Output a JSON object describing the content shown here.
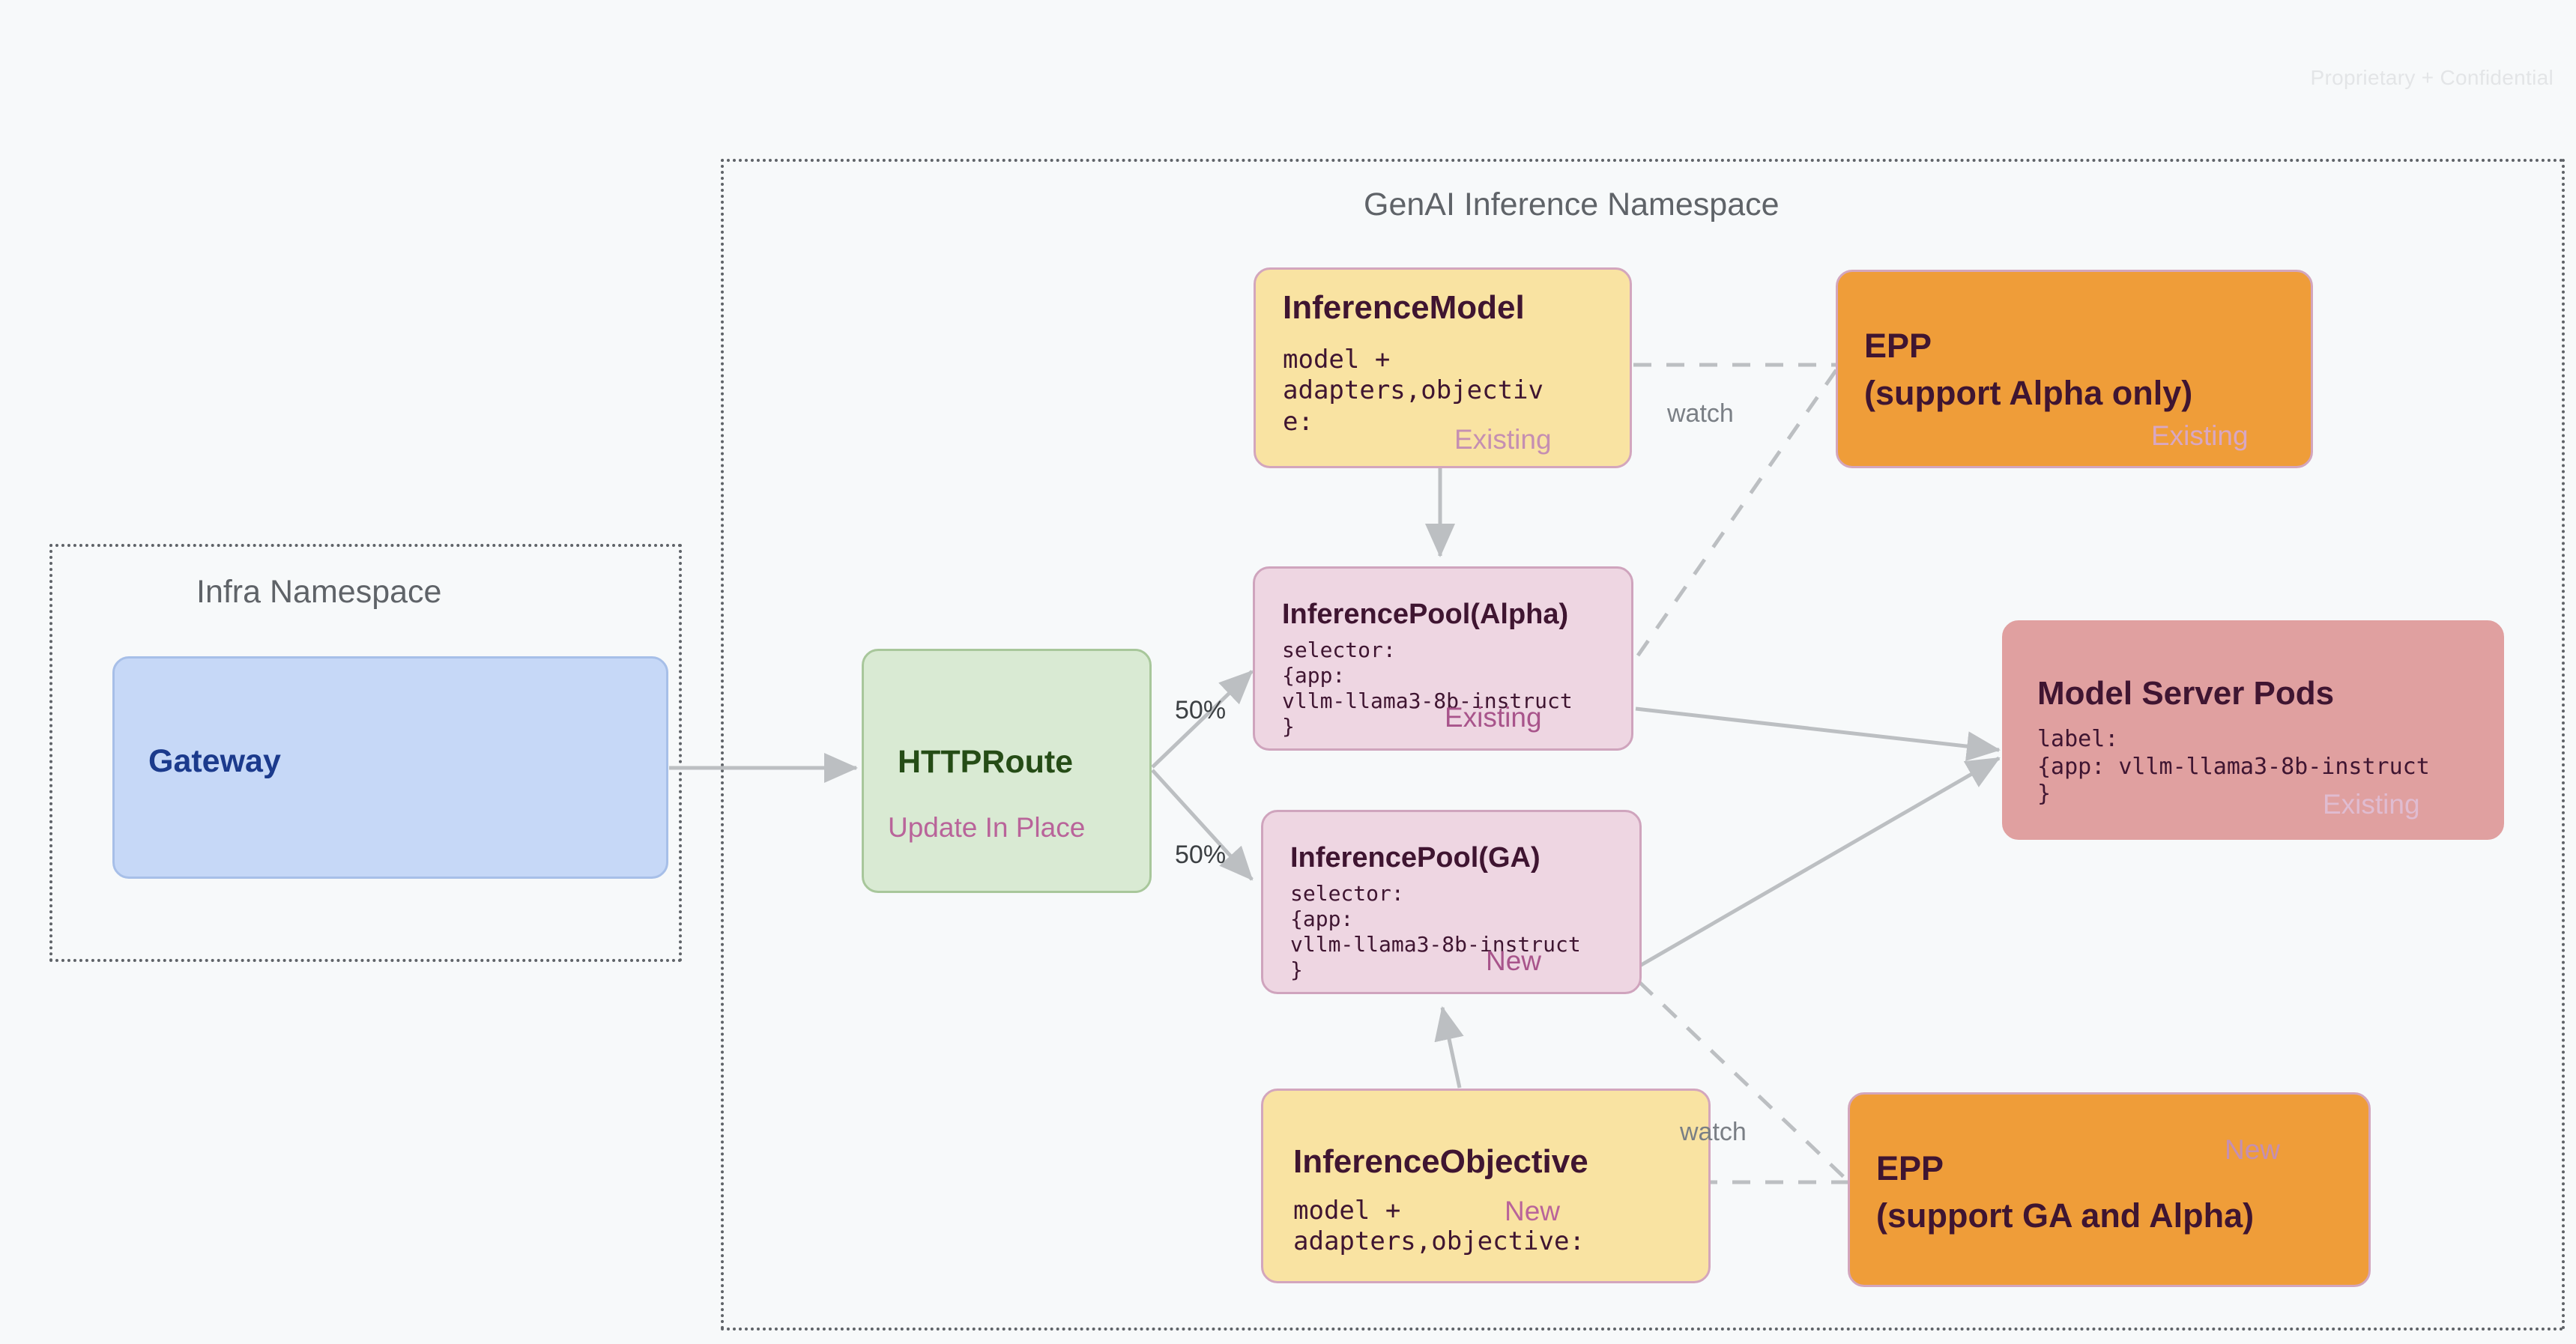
{
  "page": {
    "confidential_notice": "Proprietary + Confidential",
    "background_color": "#f7f9fa"
  },
  "namespaces": [
    {
      "id": "infra",
      "title": "Infra Namespace"
    },
    {
      "id": "genai",
      "title": "GenAI Inference Namespace"
    }
  ],
  "nodes": {
    "gateway": {
      "title": "Gateway",
      "color": "#c6d8f7",
      "text_color": "#1b3a8c"
    },
    "httproute": {
      "title": "HTTPRoute",
      "badge": "Update In Place",
      "color": "#d9ead3",
      "text_color": "#254c16",
      "badge_color": "#b9649a"
    },
    "inference_model": {
      "title": "InferenceModel",
      "code": "model +\nadapters,objectiv\ne:",
      "badge": "Existing",
      "color": "#f9e3a2",
      "badge_color": "#c58fb2"
    },
    "inference_pool_alpha": {
      "title": "InferencePool(Alpha)",
      "code": "selector:\n{app:\nvllm-llama3-8b-instruct\n}",
      "badge": "Existing",
      "color": "#eed6e2",
      "badge_color": "#a8548b"
    },
    "inference_pool_ga": {
      "title": "InferencePool(GA)",
      "code": "selector:\n{app:\nvllm-llama3-8b-instruct\n}",
      "badge": "New",
      "color": "#eed6e2",
      "badge_color": "#a8548b"
    },
    "inference_objective": {
      "title": "InferenceObjective",
      "code": "model +\nadapters,objective:",
      "badge": "New",
      "color": "#f9e3a2",
      "badge_color": "#b9649a"
    },
    "epp_alpha": {
      "title_line1": "EPP",
      "title_line2": "(support Alpha only)",
      "badge": "Existing",
      "color": "#ef9d39",
      "badge_color": "#d8a7c4"
    },
    "epp_ga": {
      "title_line1": "EPP",
      "title_line2": "(support GA and Alpha)",
      "badge": "New",
      "color": "#ef9d39",
      "badge_color": "#c58fb2"
    },
    "model_server_pods": {
      "title": "Model Server Pods",
      "code": "label:\n{app: vllm-llama3-8b-instruct\n}",
      "badge": "Existing",
      "color": "#e0a0a0",
      "badge_color": "#e0bcd1"
    }
  },
  "edges": {
    "split_top_label": "50%",
    "split_bottom_label": "50%",
    "watch_top_label": "watch",
    "watch_bottom_label": "watch"
  }
}
